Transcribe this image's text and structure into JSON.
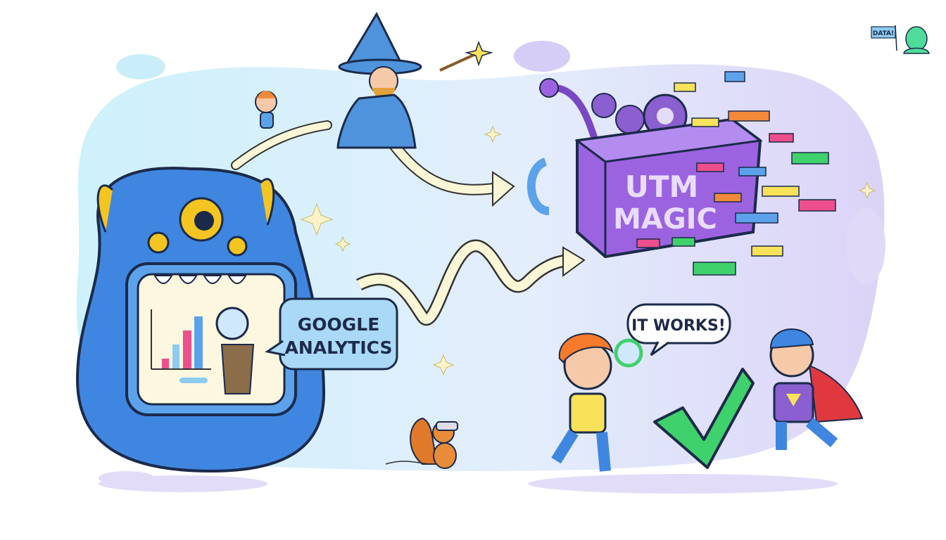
{
  "speech": {
    "analytics_line1": "GOOGLE",
    "analytics_line2": "ANALYTICS",
    "works": "IT WORKS!"
  },
  "machine": {
    "line1": "UTM",
    "line2": "MAGIC"
  },
  "logo": {
    "flag_text": "DATA!"
  },
  "colors": {
    "background_blob": "#d8f0fb",
    "background_blob_right": "#e4dcf8",
    "monster": "#3f86e0",
    "machine": "#9b63e0",
    "check": "#3fd16b",
    "wizard": "#4e93dc"
  }
}
